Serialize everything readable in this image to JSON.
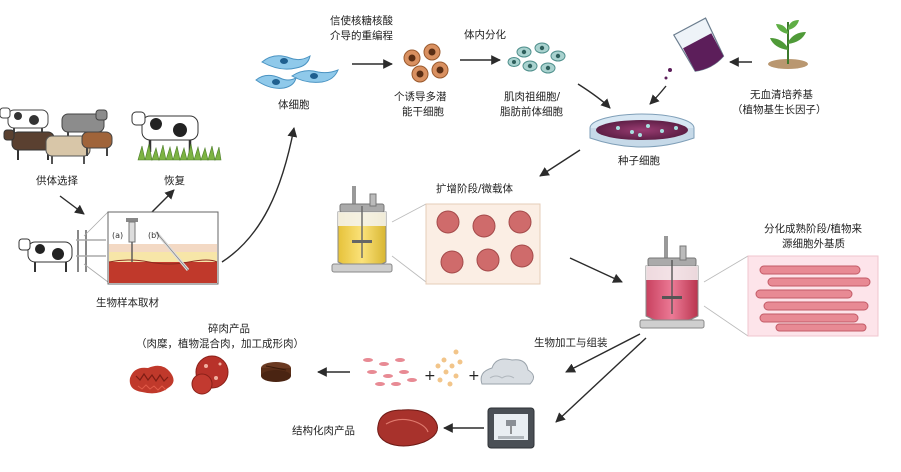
{
  "labels": {
    "donor_selection": "供体选择",
    "recovery": "恢复",
    "biopsy": "生物样本取材",
    "somatic_cells": "体细胞",
    "mrna_line1": "信使核糖核酸",
    "mrna_line2": "介导的重编程",
    "induced_line1": "个诱导多潜",
    "induced_line2": "能干细胞",
    "in_vivo_diff": "体内分化",
    "progenitor_line1": "肌肉祖细胞/",
    "progenitor_line2": "脂肪前体细胞",
    "serum_free_line1": "无血清培养基",
    "serum_free_line2": "（植物基生长因子）",
    "seed_cells": "种子细胞",
    "expansion": "扩增阶段/微载体",
    "diff_line1": "分化成熟阶段/植物来",
    "diff_line2": "源细胞外基质",
    "bioprocessing": "生物加工与组装",
    "minced_line1": "碎肉产品",
    "minced_line2": "（肉糜，植物混合肉，加工成形肉）",
    "structured": "结构化肉产品",
    "biopsy_a": "(a)",
    "biopsy_b": "(b)",
    "plus1": "+",
    "plus2": "+"
  },
  "colors": {
    "arrow": "#2b2b2b",
    "cell_blue": "#5aa8d6",
    "ipsc_brown": "#b0693a",
    "progenitor_teal": "#6aa6a8",
    "dish_purple": "#7a2d5c",
    "plant_green": "#3d7a2c",
    "meat_red": "#c0392b",
    "muscle_pink": "#e8a0a6",
    "panel_bg": "#fbeee4",
    "diff_panel_bg": "#fde4ea",
    "bioreactor_yellow": "#f1d24a",
    "bioreactor_pink": "#d9537a"
  },
  "icons": [
    "cow-herd-icon",
    "cow-recovering-icon",
    "cow-icon",
    "biopsy-needle-icon",
    "somatic-cell-icon",
    "ipsc-icon",
    "progenitor-cell-icon",
    "culture-dish-icon",
    "medium-beaker-icon",
    "plant-sprout-icon",
    "bioreactor-icon",
    "microcarrier-icon",
    "muscle-fiber-icon",
    "minced-meat-icon",
    "meat-patty-icon",
    "burger-patty-icon",
    "fat-cells-icon",
    "plant-protein-icon",
    "scaffold-icon",
    "3d-printer-icon",
    "steak-icon"
  ]
}
